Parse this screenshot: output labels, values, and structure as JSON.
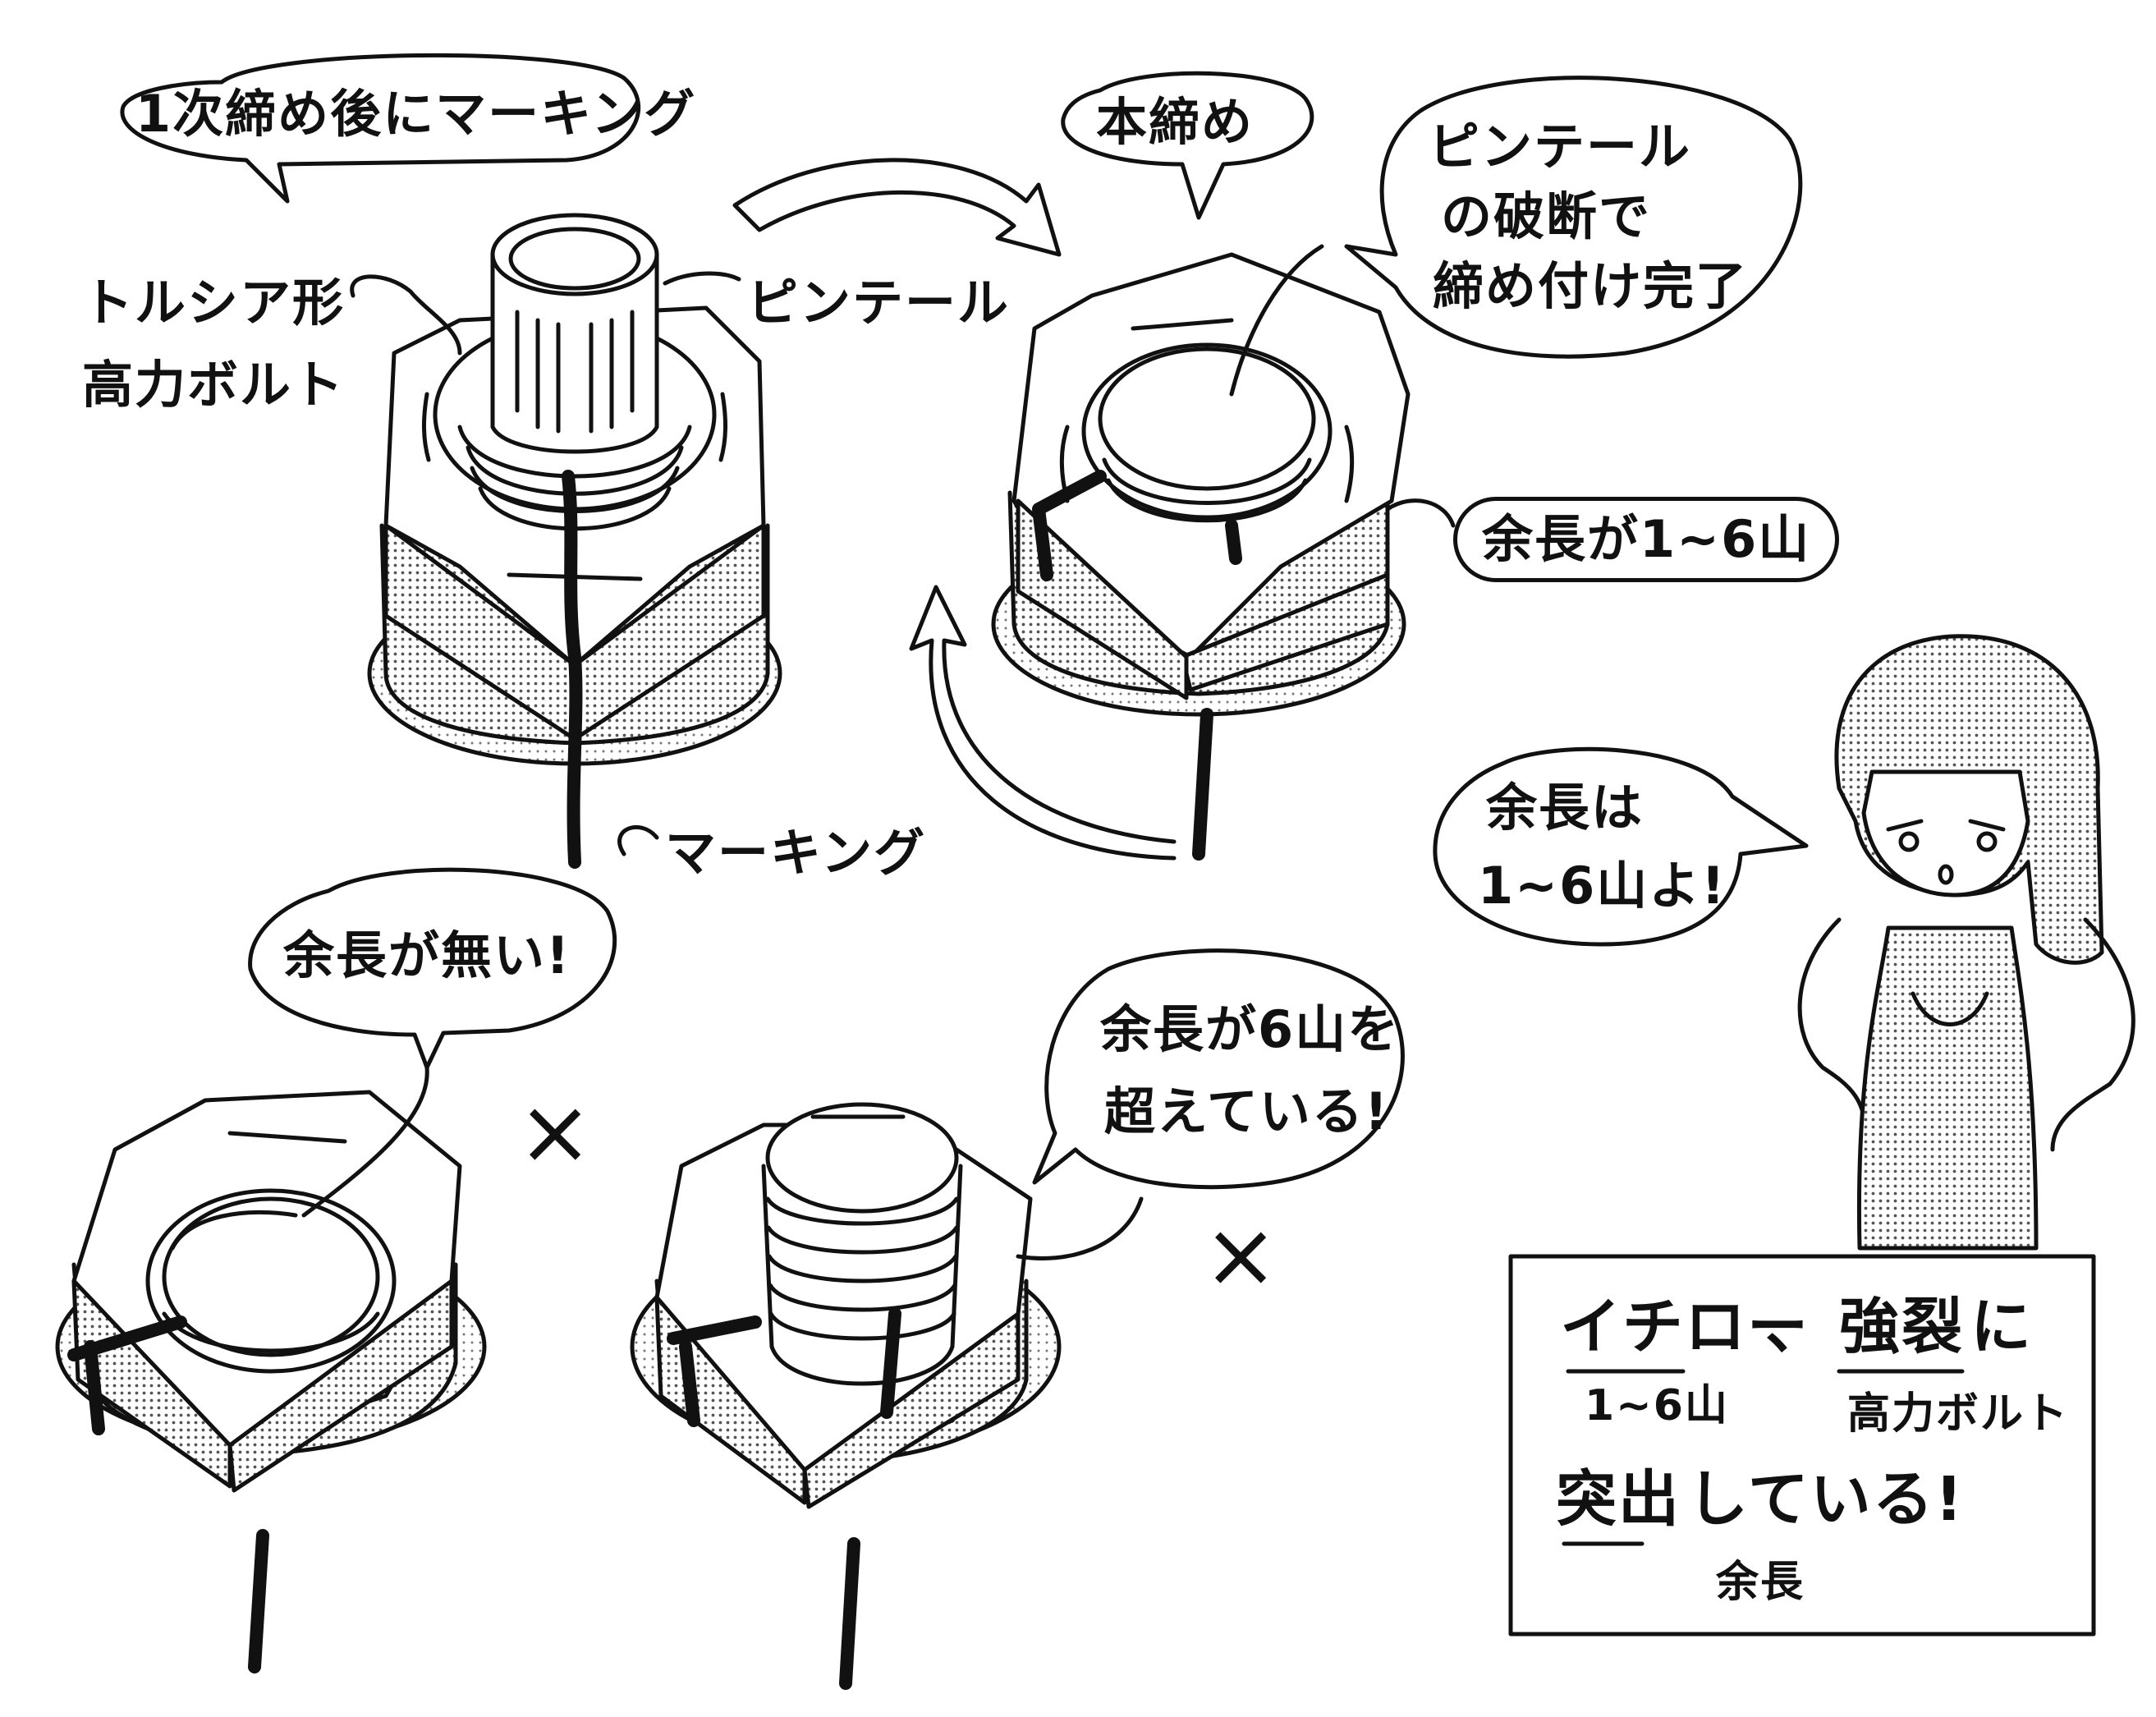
{
  "bubbles": {
    "marking_after_first": "1次締め後にマーキング",
    "final_tighten": "本締め",
    "pintail_break_line1": "ピンテール",
    "pintail_break_line2": "の破断で",
    "pintail_break_line3": "締め付け完了",
    "no_excess": "余長が無い!",
    "over_six_line1": "余長が6山を",
    "over_six_line2": "超えている!",
    "girl_line1": "余長は",
    "girl_line2": "1~6山よ!"
  },
  "labels": {
    "bolt_type_line1": "トルシア形",
    "bolt_type_line2": "高力ボルト",
    "pintail": "ピンテール",
    "marking": "マーキング",
    "excess_range": "余長が1~6山"
  },
  "marks": {
    "ng1": "×",
    "ng2": "×"
  },
  "note_box": {
    "line1_a": "イチロー",
    "line1_b": "、",
    "line1_c": "強裂",
    "line1_d": "に",
    "ruby_ichiro": "1~6山",
    "ruby_kyoretsu": "高力ボルト",
    "line2_a": "突出",
    "line2_b": "している!",
    "ruby_tosshutsu": "余長"
  },
  "colors": {
    "ink": "#111111",
    "paper": "#ffffff",
    "tone": "#9a9a9a"
  }
}
